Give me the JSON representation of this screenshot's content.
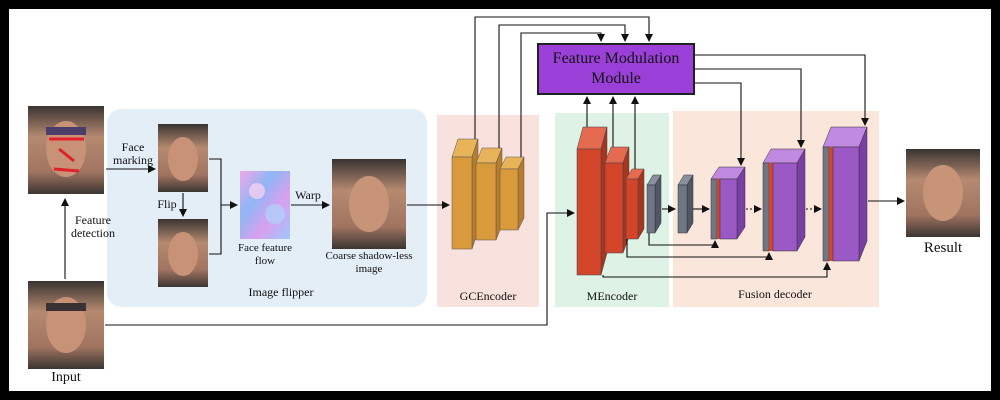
{
  "labels": {
    "face_marking": "Face marking",
    "flip": "Flip",
    "feature_detection": "Feature detection",
    "input": "Input",
    "warp": "Warp",
    "face_feature_flow": "Face feature flow",
    "coarse_image": "Coarse shadow-less image",
    "image_flipper": "Image flipper",
    "gc_encoder": "GCEncoder",
    "m_encoder": "MEncoder",
    "fusion_decoder": "Fusion decoder",
    "result": "Result",
    "feature_modulation_module": "Feature Modulation Module"
  },
  "colors": {
    "image_flipper_bg": "#e3eef7",
    "gc_encoder_bg": "#f9e1dd",
    "m_encoder_bg": "#dff2e6",
    "fusion_decoder_bg": "#fbe6dc",
    "gc_block": "#d99a3c",
    "m_block": "#d2452b",
    "gray_block": "#6f7684",
    "purple_block": "#9b59c6",
    "fmm_fill": "#9b3fd9"
  }
}
